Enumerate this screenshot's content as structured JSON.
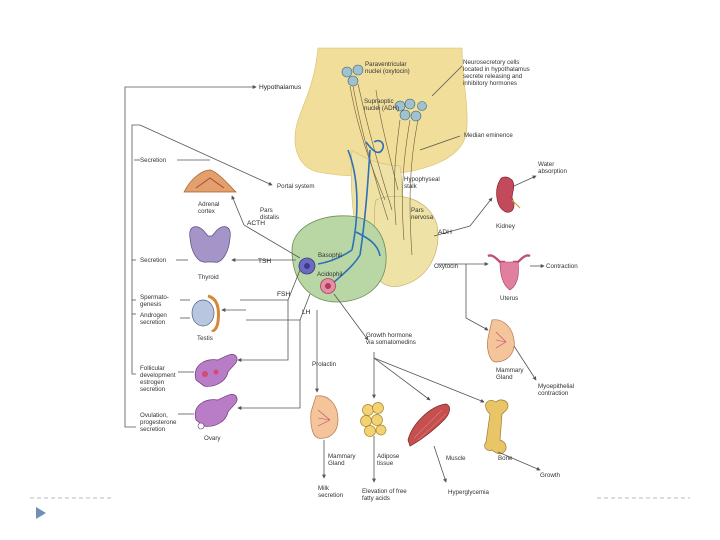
{
  "slide": {
    "accent": "#6f8fb4",
    "bullet_icon": "triangle-bullet-icon"
  },
  "figure": {
    "hypothalamus": "Hypothalamus",
    "paraventricular": [
      "Paraventricular",
      "nuclei (oxytocin)"
    ],
    "supraoptic": [
      "Supraoptic",
      "nuclei (ADH)"
    ],
    "neurosecretory": [
      "Neurosecretory cells",
      "located in hypothalamus",
      "secrete releasing and",
      "inhibitory hormones"
    ],
    "median_eminence": "Median eminence",
    "portal_system": "Portal system",
    "hypophyseal_stalk": [
      "Hypophyseal",
      "stalk"
    ],
    "pars_distalis": [
      "Pars",
      "distalis"
    ],
    "pars_nervosa": [
      "Pars",
      "nervosa"
    ],
    "acth": "ACTH",
    "tsh": "TSH",
    "fsh": "FSH",
    "lh": "LH",
    "adh": "ADH",
    "oxytocin": "Oxytocin",
    "basophil": "Basophil",
    "acidophil": "Acidophil",
    "secretion_adrenal": "Secretion",
    "adrenal_cortex": [
      "Adrenal",
      "cortex"
    ],
    "secretion_thyroid": "Secretion",
    "thyroid": "Thyroid",
    "spermatogenesis": [
      "Spermato-",
      "genesis"
    ],
    "androgen_secretion": [
      "Androgen",
      "secretion"
    ],
    "testis": "Testis",
    "follicular": [
      "Follicular",
      "development",
      "estrogen",
      "secretion"
    ],
    "ovulation": [
      "Ovulation,",
      "progesterone",
      "secretion"
    ],
    "ovary": "Ovary",
    "water_absorption": [
      "Water",
      "absorption"
    ],
    "kidney": "Kidney",
    "contraction": "Contraction",
    "uterus": "Uterus",
    "mammary_right": [
      "Mammary",
      "Gland"
    ],
    "myoepithelial": [
      "Myoepithelial",
      "contraction"
    ],
    "growth_hormone": [
      "Growth hormone",
      "via somatomedins"
    ],
    "prolactin": "Prolactin",
    "mammary_bottom": [
      "Mammary",
      "Gland"
    ],
    "milk_secretion": [
      "Milk",
      "secretion"
    ],
    "adipose": [
      "Adipose",
      "tissue"
    ],
    "free_fatty": [
      "Elevation of free",
      "fatty acids"
    ],
    "muscle": "Muscle",
    "hyperglycemia": "Hyperglycemia",
    "bone": "Bone",
    "growth": "Growth"
  }
}
